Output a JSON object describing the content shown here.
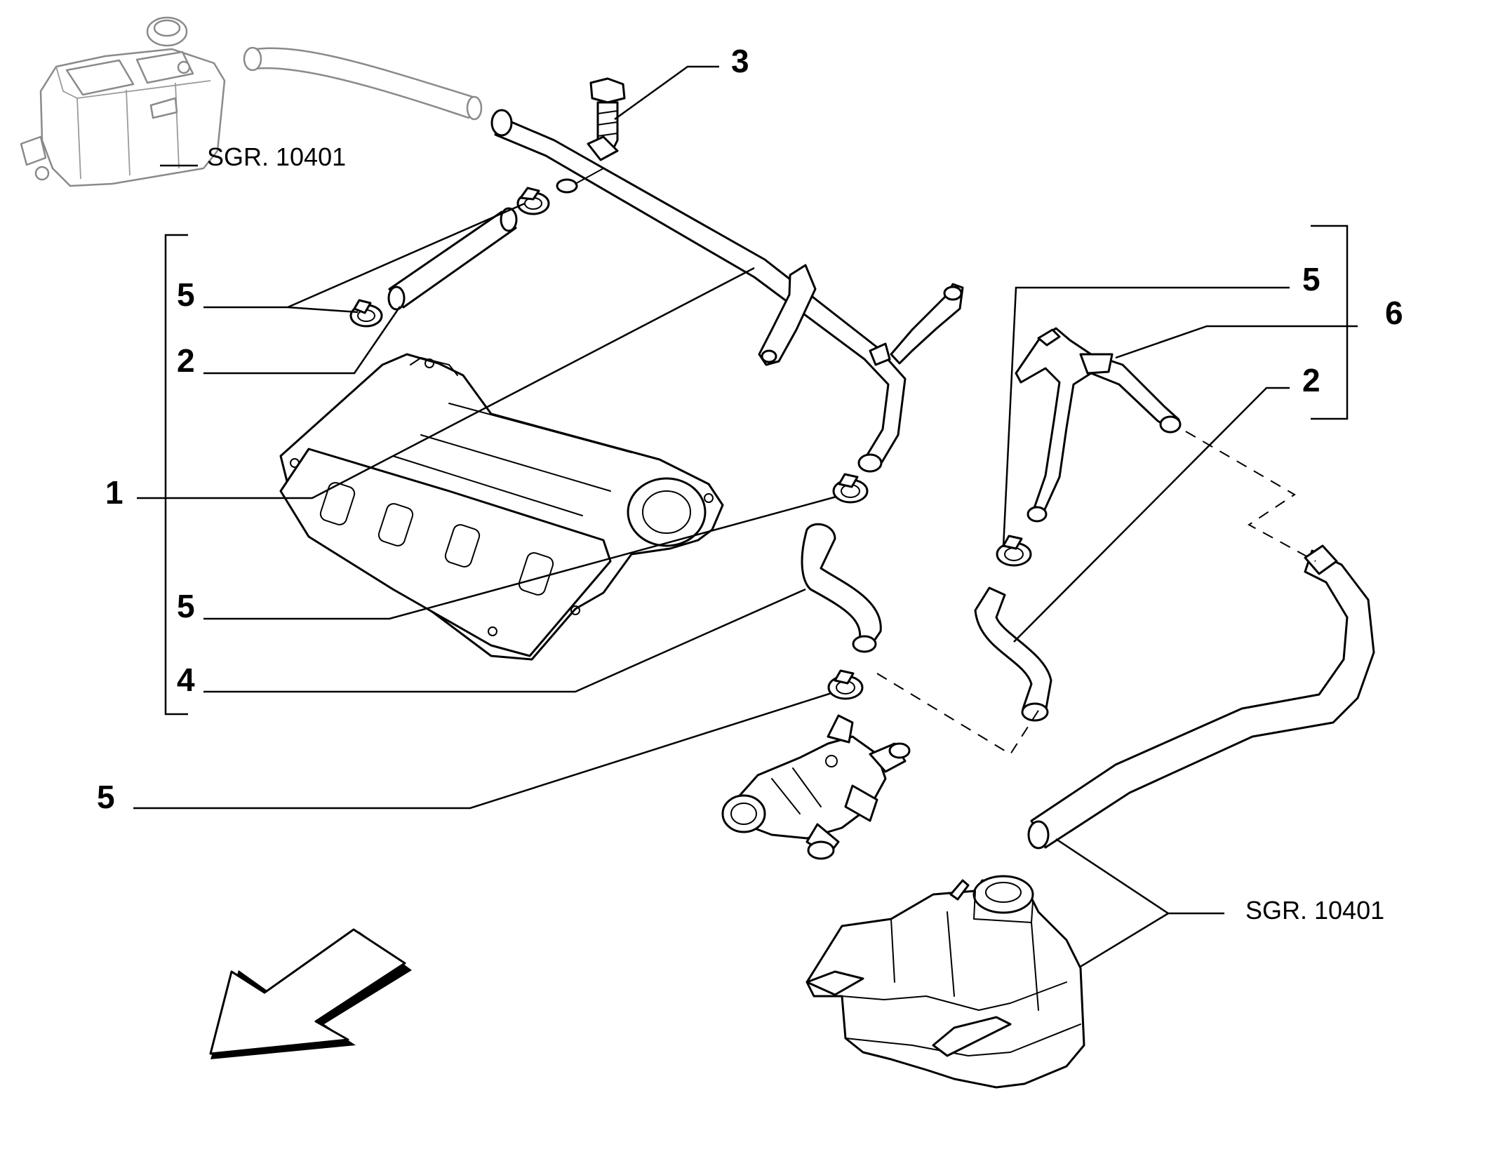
{
  "callouts": {
    "c1": "1",
    "c2a": "2",
    "c2b": "2",
    "c3": "3",
    "c4": "4",
    "c5a": "5",
    "c5b": "5",
    "c5c": "5",
    "c5d": "5",
    "c6": "6"
  },
  "references": {
    "top": "SGR. 10401",
    "bottom": "SGR. 10401"
  }
}
